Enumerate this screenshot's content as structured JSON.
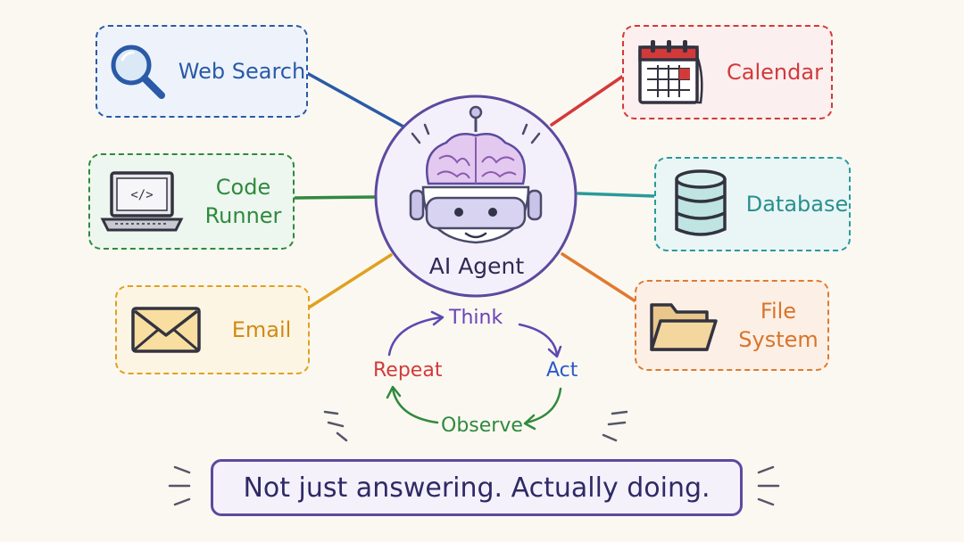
{
  "center": {
    "title": "AI Agent"
  },
  "tools": {
    "web_search": {
      "label": "Web Search"
    },
    "code_runner": {
      "line1": "Code",
      "line2": "Runner"
    },
    "email": {
      "label": "Email"
    },
    "calendar": {
      "label": "Calendar"
    },
    "database": {
      "label": "Database"
    },
    "file_system": {
      "line1": "File",
      "line2": "System"
    }
  },
  "loop": {
    "think": "Think",
    "act": "Act",
    "observe": "Observe",
    "repeat": "Repeat"
  },
  "tagline": "Not just answering. Actually doing.",
  "colors": {
    "web_search": "#2a5aa8",
    "code_runner": "#2f8a3e",
    "email": "#d18a12",
    "calendar": "#d23a3a",
    "database": "#2a9a9a",
    "file_system": "#d9742a",
    "agent": "#5b4a9e",
    "think": "#6a43b8",
    "act": "#2a5ac8",
    "observe": "#2f8a3e",
    "repeat": "#d23a3a"
  },
  "icons": [
    "magnifier-icon",
    "laptop-code-icon",
    "envelope-icon",
    "calendar-icon",
    "database-icon",
    "folder-icon",
    "robot-brain-icon"
  ]
}
